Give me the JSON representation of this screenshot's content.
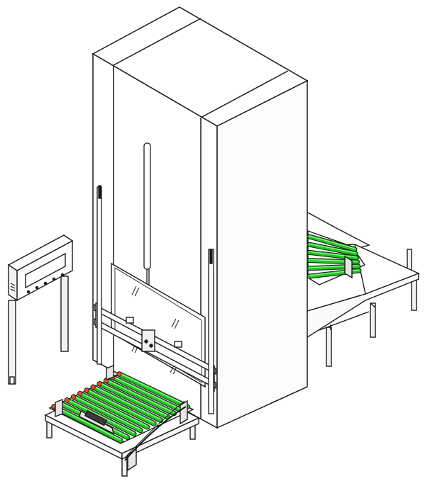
{
  "figure": {
    "kind": "isometric line drawing",
    "components": [
      "tower-cabinet",
      "loading-door",
      "door-guide-rails",
      "vertical-lift-rod",
      "control-panel",
      "front-roller-conveyor",
      "rear-roller-platform"
    ]
  },
  "colors": {
    "line": "#1a1a1a",
    "face-front": "#ffffff",
    "face-side": "#fbfbfb",
    "roller": "#1ec71e",
    "roller-highlight": "#b8f5b8",
    "roller-end": "#e2541b",
    "metal": "#f2f2f2"
  },
  "control_panel": {
    "buttons": 5,
    "vent_slots": 3
  },
  "front_conveyor": {
    "rollers": 11
  },
  "rear_conveyor": {
    "rollers": 6
  }
}
